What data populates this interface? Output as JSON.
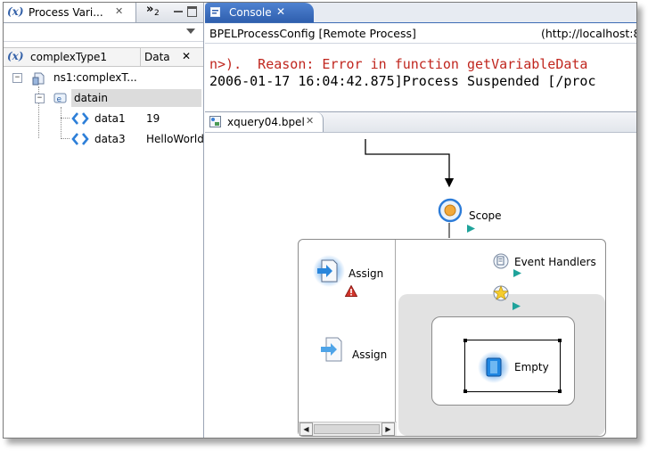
{
  "left_panel": {
    "tab_label": "Process Vari...",
    "tab_icon": "(x)",
    "overflow_indicator": "»",
    "overflow_count": "2",
    "variable_name": "complexType1",
    "column_data": "Data",
    "tree": {
      "root": "ns1:complexT...",
      "child": "datain",
      "leaves": [
        {
          "name": "data1",
          "value": "19"
        },
        {
          "name": "data3",
          "value": "HelloWorld"
        }
      ]
    }
  },
  "console": {
    "tab_label": "Console",
    "process_title": "BPELProcessConfig [Remote Process]",
    "host": "(http://localhost:8",
    "lines": [
      {
        "text": "n>).  Reason: Error in function getVariableData",
        "color": "#c0261e"
      },
      {
        "text": "2006-01-17 16:04:42.875]Process Suspended [/proc",
        "color": "#000000"
      }
    ]
  },
  "editor": {
    "tab_label": "xquery04.bpel",
    "nodes": {
      "scope": "Scope",
      "assign1": "Assign",
      "assign2": "Assign",
      "event_handlers": "Event Handlers",
      "empty": "Empty"
    }
  },
  "colors": {
    "accent_blue": "#2f5fae",
    "error_red": "#c0261e",
    "node_blue": "#1e7fe0",
    "scope_orange": "#f2a93b"
  }
}
